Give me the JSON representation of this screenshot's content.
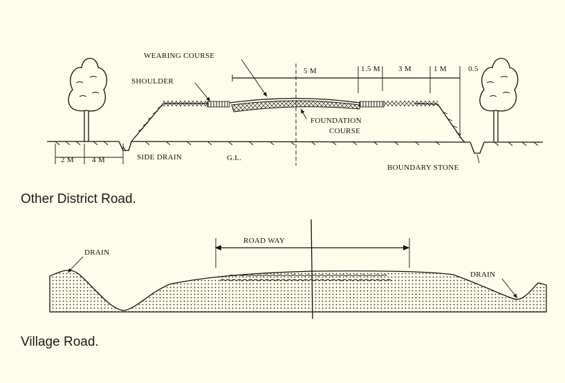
{
  "odr": {
    "caption": "Other District Road.",
    "labels": {
      "wearing_course": "WEARING COURSE",
      "shoulder": "SHOULDER",
      "foundation_course_1": "FOUNDATION",
      "foundation_course_2": "COURSE",
      "side_drain": "SIDE DRAIN",
      "ground_level": "G.L.",
      "boundary_stone": "BOUNDARY STONE"
    },
    "dimensions": {
      "carriageway": "5 M",
      "shoulder_width": "1.5 M",
      "slope_3m": "3 M",
      "slope_1m": "1 M",
      "right_margin": "0.5",
      "left_2m": "2 M",
      "left_4m": "4 M"
    }
  },
  "village": {
    "caption": "Village Road.",
    "labels": {
      "roadway": "ROAD WAY",
      "drain_left": "DRAIN",
      "drain_right": "DRAIN"
    }
  },
  "colors": {
    "background": "#fdfde9",
    "ink": "#111111"
  }
}
